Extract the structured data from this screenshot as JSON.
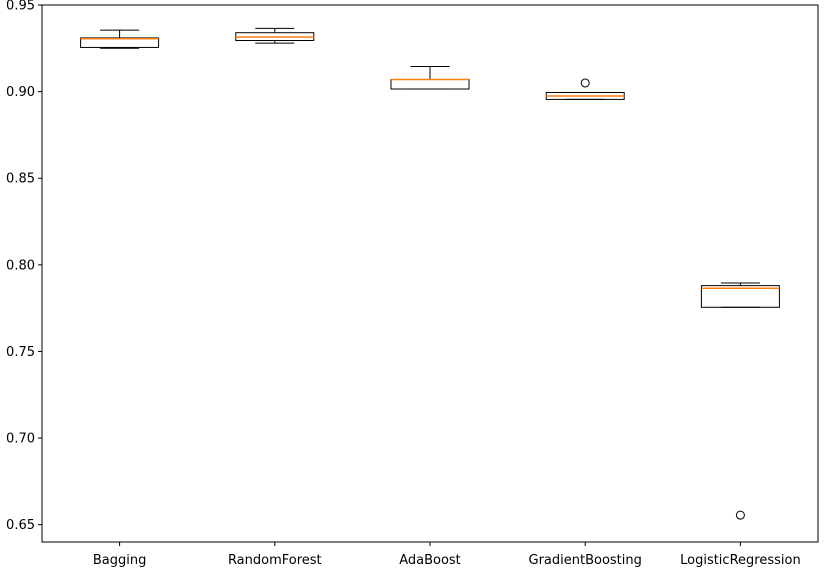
{
  "chart_data": {
    "type": "box",
    "title": "",
    "xlabel": "",
    "ylabel": "",
    "ylim": [
      0.64,
      0.95
    ],
    "yticks": [
      "0.65",
      "0.70",
      "0.75",
      "0.80",
      "0.85",
      "0.90",
      "0.95"
    ],
    "grid": false,
    "colors": {
      "box": "#000000",
      "median": "#ff7f0e",
      "whisker": "#000000",
      "outlier": "#000000"
    },
    "series": [
      {
        "name": "Bagging",
        "whisker_low": 0.925,
        "q1": 0.9255,
        "median": 0.9305,
        "q3": 0.931,
        "whisker_high": 0.9355,
        "outliers": []
      },
      {
        "name": "RandomForest",
        "whisker_low": 0.928,
        "q1": 0.9295,
        "median": 0.9315,
        "q3": 0.934,
        "whisker_high": 0.9365,
        "outliers": []
      },
      {
        "name": "AdaBoost",
        "whisker_low": 0.9015,
        "q1": 0.9015,
        "median": 0.907,
        "q3": 0.907,
        "whisker_high": 0.9145,
        "outliers": []
      },
      {
        "name": "GradientBoosting",
        "whisker_low": 0.8955,
        "q1": 0.8955,
        "median": 0.8975,
        "q3": 0.8995,
        "whisker_high": 0.8995,
        "outliers": [
          0.905
        ]
      },
      {
        "name": "LogisticRegression",
        "whisker_low": 0.7755,
        "q1": 0.7755,
        "median": 0.7865,
        "q3": 0.788,
        "whisker_high": 0.7895,
        "outliers": [
          0.6555
        ]
      }
    ]
  }
}
